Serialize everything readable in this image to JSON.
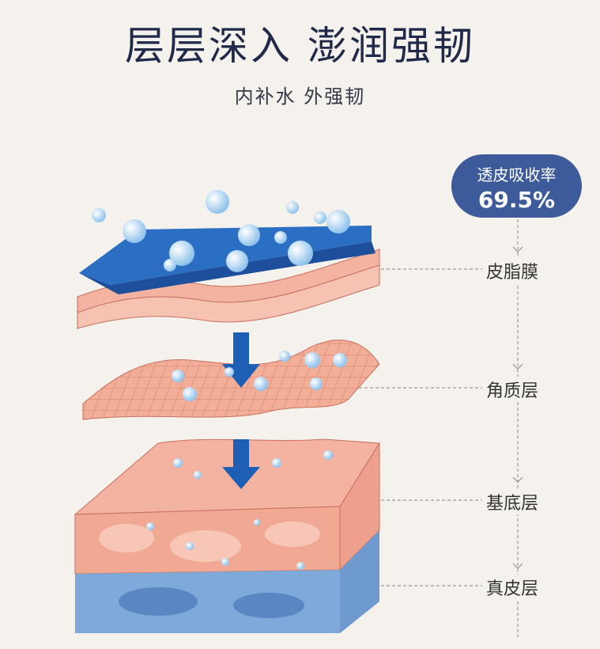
{
  "title": "层层深入 澎润强韧",
  "subtitle": "内补水 外强韧",
  "badge": {
    "label": "透皮吸收率",
    "value": "69.5%"
  },
  "layers": [
    "皮脂膜",
    "角质层",
    "基底层",
    "真皮层"
  ],
  "colors": {
    "navy": "#1f2a4a",
    "badge": "#3d5a9a",
    "skin": "#eea08c",
    "water": "#2b6fc4",
    "arrow": "#1d5fb5"
  }
}
